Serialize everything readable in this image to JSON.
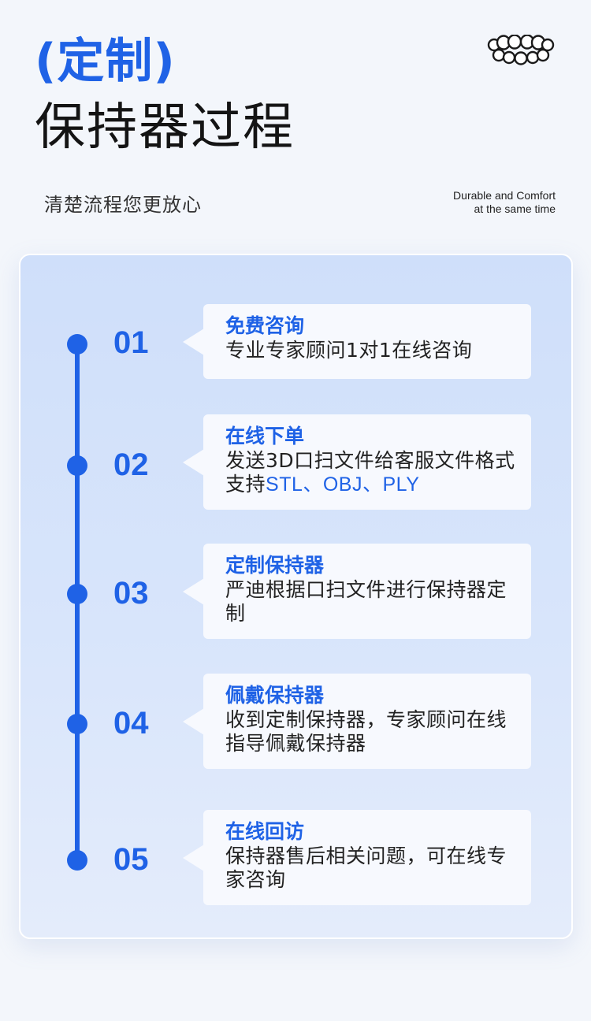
{
  "header": {
    "title_custom": "(定制)",
    "title_main": "保持器过程",
    "subtitle": "清楚流程您更放心",
    "tagline_line1": "Durable and Comfort",
    "tagline_line2": "at the same time",
    "logo_icon": "teeth-icon"
  },
  "steps": [
    {
      "number": "01",
      "title": "免费咨询",
      "desc": "专业专家顾问1对1在线咨询"
    },
    {
      "number": "02",
      "title": "在线下单",
      "desc_before": "发送3D口扫文件给客服文件格式支持",
      "desc_highlight": "STL、OBJ、PLY"
    },
    {
      "number": "03",
      "title": "定制保持器",
      "desc": "严迪根据口扫文件进行保持器定制"
    },
    {
      "number": "04",
      "title": "佩戴保持器",
      "desc": "收到定制保持器，专家顾问在线指导佩戴保持器"
    },
    {
      "number": "05",
      "title": "在线回访",
      "desc": "保持器售后相关问题，可在线专家咨询"
    }
  ],
  "colors": {
    "accent": "#1f62e6",
    "text": "#222222",
    "background": "#f3f6fb"
  }
}
